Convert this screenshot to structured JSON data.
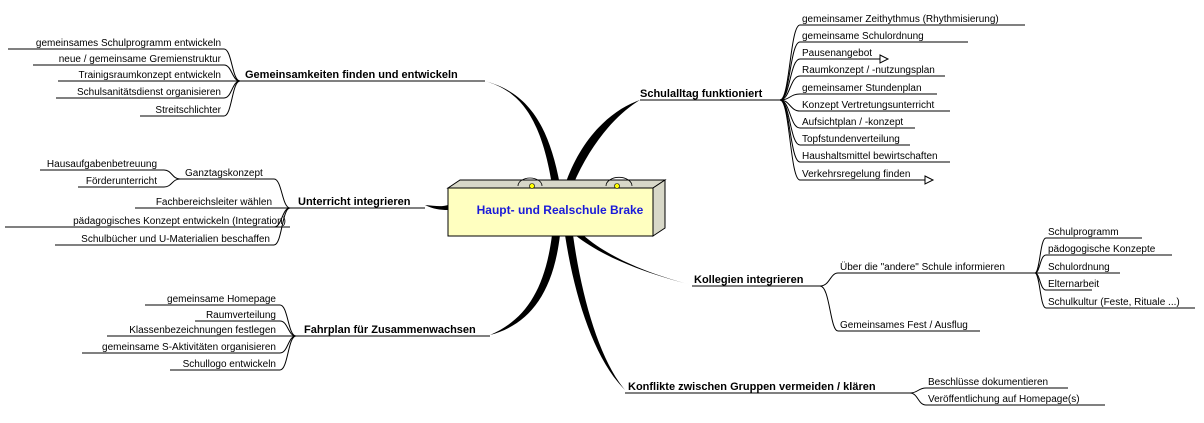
{
  "center": {
    "label": "Haupt- und Realschule Brake"
  },
  "branches": {
    "gemeinsamkeiten": {
      "label": "Gemeinsamkeiten finden und entwickeln",
      "items": [
        "gemeinsames Schulprogramm entwickeln",
        "neue / gemeinsame Gremienstruktur",
        "Trainigsraumkonzept entwickeln",
        "Schulsanitätsdienst organisieren",
        "Streitschlichter"
      ]
    },
    "unterricht": {
      "label": "Unterricht integrieren",
      "ganztag": {
        "label": "Ganztagskonzept",
        "items": [
          "Hausaufgabenbetreuung",
          "Förderunterricht"
        ]
      },
      "items": [
        "Fachbereichsleiter wählen",
        "pädagogisches Konzept entwickeln (Integration)",
        "Schulbücher und U-Materialien beschaffen"
      ]
    },
    "fahrplan": {
      "label": "Fahrplan für Zusammenwachsen",
      "items": [
        "gemeinsame Homepage",
        "Raumverteilung",
        "Klassenbezeichnungen festlegen",
        "gemeinsame S-Aktivitäten organisieren",
        "Schullogo entwickeln"
      ]
    },
    "schulalltag": {
      "label": "Schulalltag funktioniert",
      "items": [
        "gemeinsamer Zeithythmus (Rhythmisierung)",
        "gemeinsame Schulordnung",
        "Pausenangebot",
        "Raumkonzept / -nutzungsplan",
        "gemeinsamer Stundenplan",
        "Konzept Vertretungsunterricht",
        "Aufsichtplan / -konzept",
        "Topfstundenverteilung",
        "Haushaltsmittel bewirtschaften",
        "Verkehrsregelung finden"
      ]
    },
    "kollegien": {
      "label": "Kollegien integrieren",
      "informieren": {
        "label": "Über die \"andere\" Schule informieren",
        "items": [
          "Schulprogramm",
          "pädogogische Konzepte",
          "Schulordnung",
          "Elternarbeit",
          "Schulkultur (Feste, Rituale ...)"
        ]
      },
      "fest": "Gemeinsames Fest / Ausflug"
    },
    "konflikte": {
      "label": "Konflikte zwischen Gruppen vermeiden / klären",
      "items": [
        "Beschlüsse dokumentieren",
        "Veröffentlichung auf Homepage(s)"
      ]
    }
  }
}
